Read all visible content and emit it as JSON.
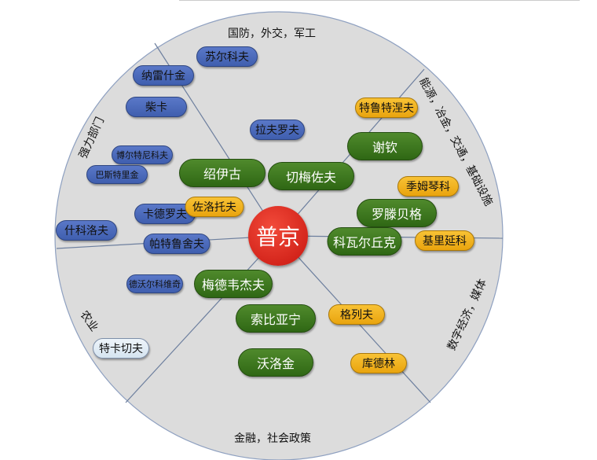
{
  "center": {
    "label": "普京"
  },
  "sectors": [
    {
      "label": "国防，外交，军工"
    },
    {
      "label": "强力部门"
    },
    {
      "label": "能源，冶金，交通，基础设施"
    },
    {
      "label": "数字经济，媒体"
    },
    {
      "label": "农业"
    },
    {
      "label": "金融，社会政策"
    }
  ],
  "people": {
    "blue": [
      "苏尔科夫",
      "纳雷什金",
      "柴卡",
      "博尔特尼科夫",
      "巴斯特里金",
      "卡德罗夫",
      "什科洛夫",
      "帕特鲁舍夫",
      "拉夫罗夫",
      "德沃尔科维奇"
    ],
    "green": [
      "绍伊古",
      "切梅佐夫",
      "谢钦",
      "罗滕贝格",
      "科瓦尔丘克",
      "梅德韦杰夫",
      "索比亚宁",
      "沃洛金"
    ],
    "yellow": [
      "特鲁特涅夫",
      "季姆琴科",
      "基里延科",
      "佐洛托夫",
      "格列夫",
      "库德林"
    ],
    "light": [
      "特卡切夫"
    ]
  },
  "colors": {
    "blue": "#4a68b8",
    "green": "#3a7520",
    "yellow": "#f2b424",
    "red": "#d8221a",
    "light": "#e2ecf5",
    "disc": "#dcdcdc"
  }
}
